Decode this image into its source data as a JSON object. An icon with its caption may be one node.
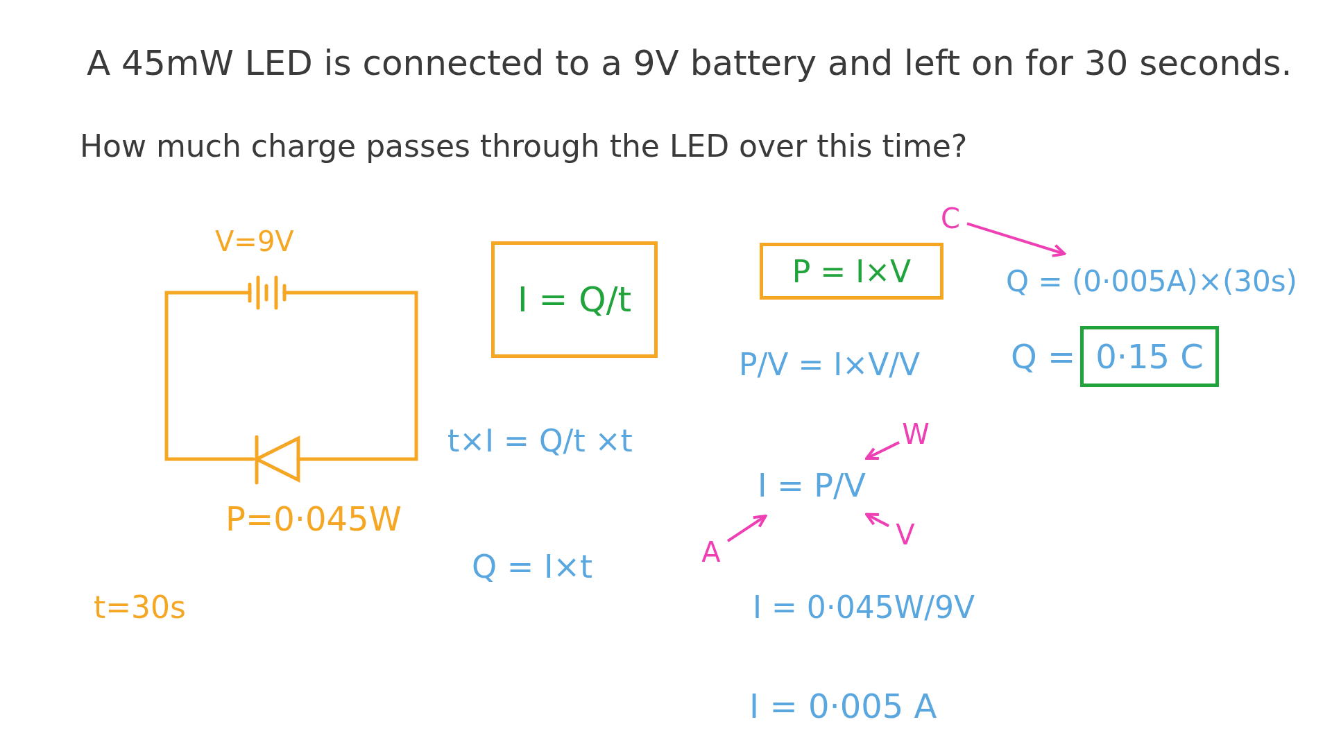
{
  "diagram": {
    "title": "A 45mW LED is connected to a 9V battery and left on for 30 seconds.",
    "nodes": [
      {
        "text": [
          "I = Q/t"
        ]
      },
      {
        "text": [
          "P = I×V"
        ]
      },
      {
        "text": [
          "C"
        ]
      },
      {
        "text": [
          "Q = (0·005A)×(30s)"
        ]
      },
      {
        "text": [
          "0·15 C"
        ],
        "beside": [
          "Q ="
        ]
      },
      {
        "text": [
          "W"
        ]
      },
      {
        "text": [
          "I = P/V"
        ]
      },
      {
        "text": [
          "A"
        ]
      },
      {
        "text": [
          "V"
        ]
      }
    ],
    "edges": [
      {
        "from": 2,
        "to": 3,
        "arrow": "to"
      },
      {
        "from": 5,
        "to": 6,
        "arrow": "to"
      },
      {
        "from": 7,
        "to": 6,
        "arrow": "to"
      },
      {
        "from": 8,
        "to": 6,
        "arrow": "to"
      }
    ],
    "labels": [
      "How much charge passes through the LED over this time?",
      "V=9V",
      "P=0·045W",
      "t=30s",
      "t×I = Q/t ×t",
      "Q = I×t",
      "P/V = I×V/V",
      "I = 0·045W/9V",
      "I = 0·005 A"
    ]
  }
}
